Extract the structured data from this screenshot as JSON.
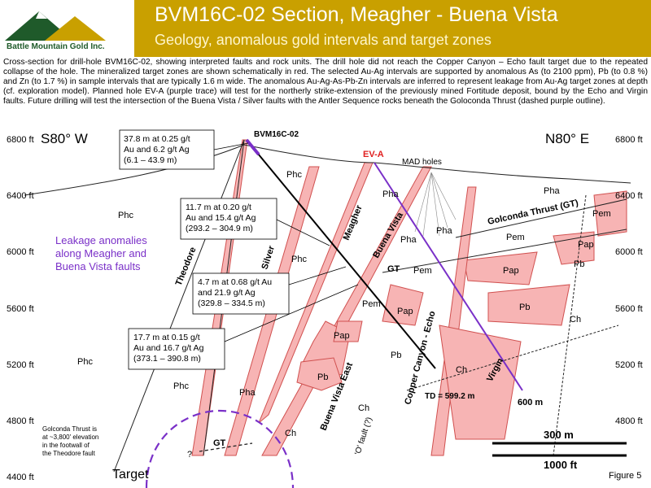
{
  "header": {
    "title": "BVM16C-02 Section, Meagher - Buena Vista",
    "subtitle": "Geology, anomalous gold intervals and target zones",
    "logo_text": "Battle Mountain Gold Inc."
  },
  "caption": "Cross-section for drill-hole BVM16C-02, showing interpreted faults and rock units. The drill hole did not reach the Copper Canyon – Echo fault target due to the repeated collapse of the hole. The mineralized target zones are shown schematically in red. The selected Au-Ag intervals are supported by anomalous As (to 2100 ppm), Pb (to 0.8 %) and Zn (to 1.7 %) in sample intervals that are typically 1.6 m wide. The anomalous Au-Ag-As-Pb-Zn intervals are inferred to represent leakage from Au-Ag target zones at depth (cf. exploration model). Planned hole EV-A (purple trace) will test for the northerly strike-extension of the previously mined Fortitude deposit, bound by the Echo and Virgin faults. Future drilling will test the intersection of the Buena Vista / Silver faults with the Antler Sequence rocks beneath the Goloconda Thrust (dashed purple outline).",
  "elevations_left": [
    "6800 ft",
    "6400 ft",
    "6000 ft",
    "5600 ft",
    "5200 ft",
    "4800 ft",
    "4400 ft"
  ],
  "elevations_right": [
    "6800 ft",
    "6400 ft",
    "6000 ft",
    "5600 ft",
    "5200 ft",
    "4800 ft"
  ],
  "directions": {
    "left": "S80° W",
    "right": "N80° E"
  },
  "holes": {
    "bvm": "BVM16C-02",
    "eva": "EV-A",
    "mad": "MAD holes",
    "td": "TD = 599.2  m",
    "eva_depth": "600 m"
  },
  "intervals": [
    {
      "l1": "37.8 m at 0.25 g/t",
      "l2": "Au and 6.2 g/t Ag",
      "l3": "(6.1 – 43.9  m)"
    },
    {
      "l1": "11.7 m at 0.20 g/t",
      "l2": "Au and 15.4 g/t Ag",
      "l3": "(293.2 – 304.9  m)"
    },
    {
      "l1": "4.7 m at 0.68 g/t Au",
      "l2": "and 21.9 g/t Ag",
      "l3": "(329.8  – 334.5 m)"
    },
    {
      "l1": "17.7 m at 0.15 g/t",
      "l2": "Au and 16.7 g/t Ag",
      "l3": "(373.1 – 390.8  m)"
    }
  ],
  "faults": {
    "theodore": "Theodore",
    "silver": "Silver",
    "meagher": "Meagher",
    "buena_vista": "Buena Vista",
    "gt": "GT",
    "golconda": "Golconda Thrust (GT)",
    "bv_east": "Buena Vista East",
    "copper_canyon": "Copper Canyon - Echo",
    "virgin": "Virgin",
    "o_fault": "'O' fault (?)"
  },
  "rock_units": {
    "phc": "Phc",
    "pha": "Pha",
    "pem": "Pem",
    "pap": "Pap",
    "pb": "Pb",
    "ch": "Ch"
  },
  "leakage": {
    "l1": "Leakage anomalies",
    "l2": "along Meagher and",
    "l3": "Buena Vista faults"
  },
  "note": {
    "l1": "Golconda Thrust is",
    "l2": "at ~3,800' elevation",
    "l3": "in the footwall of",
    "l4": "the Theodore fault"
  },
  "target": "Target",
  "question": "?",
  "scale": {
    "m": "300 m",
    "ft": "1000 ft"
  },
  "figure": "Figure 5",
  "colors": {
    "title_band": "#c9a000",
    "target_zone_fill": "#f7b4b4",
    "target_zone_stroke": "#d0504f",
    "fault": "#d0504f",
    "eva_trace": "#7a30c8",
    "leakage_text": "#7a30c8",
    "eva_label": "#e02020"
  }
}
